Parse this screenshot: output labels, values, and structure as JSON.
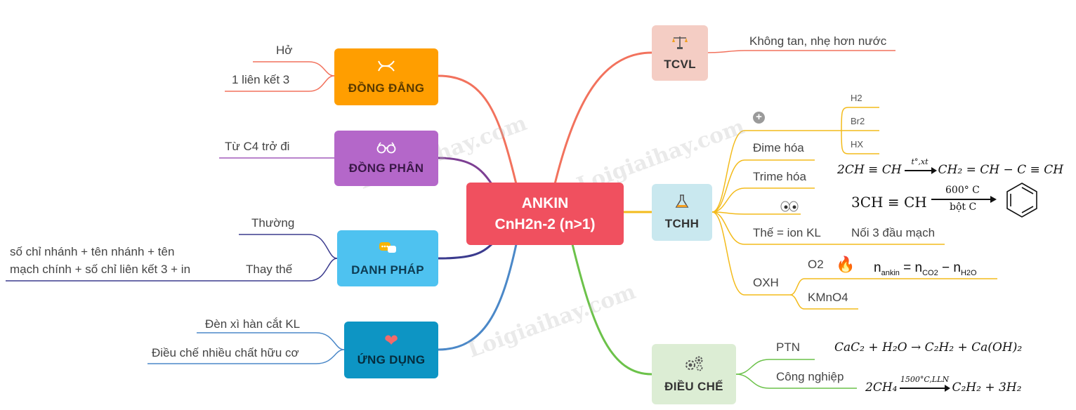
{
  "center": {
    "line1": "ANKIN",
    "line2": "CnH2n-2 (n>1)"
  },
  "watermark": "Loigiaihay.com",
  "left": {
    "dong_dang": {
      "title": "ĐỒNG ĐẲNG",
      "icon": "dna-icon",
      "items": [
        "Hở",
        "1 liên kết 3"
      ]
    },
    "dong_phan": {
      "title": "ĐỒNG PHÂN",
      "icon": "glasses-icon",
      "items": [
        "Từ C4 trở đi"
      ]
    },
    "danh_phap": {
      "title": "DANH PHÁP",
      "icon": "chat-icon",
      "items": [
        "Thường",
        "Thay thế"
      ],
      "note_line1": "số chỉ nhánh + tên nhánh + tên",
      "note_line2": "mạch chính + số chỉ liên kết 3 + in"
    },
    "ung_dung": {
      "title": "ỨNG DỤNG",
      "icon": "heart-icon",
      "items": [
        "Đèn xì hàn cắt KL",
        "Điều chế nhiều chất hữu cơ"
      ]
    }
  },
  "right": {
    "tcvl": {
      "title": "TCVL",
      "icon": "scale-icon",
      "items": [
        "Không tan, nhẹ hơn nước"
      ]
    },
    "tchh": {
      "title": "TCHH",
      "icon": "flask-icon",
      "plus_icon": "plus-circle-icon",
      "addition": [
        "H2",
        "Br2",
        "HX"
      ],
      "dimer": "Đime hóa",
      "trimer": "Trime hóa",
      "eyes_icon": "eyes-icon",
      "dimer_eq": {
        "left": "2CH ≡ CH",
        "cond": "t°,xt",
        "right": "CH₂ = CH − C ≡ CH"
      },
      "trimer_eq": {
        "left": "3CH ≡ CH",
        "cond_top": "600° C",
        "cond_bottom": "bột C"
      },
      "subst": "Thế = ion KL",
      "subst_note": "Nối 3 đầu mạch",
      "oxh": "OXH",
      "o2": "O2",
      "fire_icon": "fire-icon",
      "kmno4": "KMnO4",
      "n_formula": {
        "n": "n",
        "ankin": "ankin",
        "eq": " = n",
        "co2": "CO2",
        "minus": " − n",
        "h2o": "H2O"
      }
    },
    "dieu_che": {
      "title": "ĐIỀU CHẾ",
      "icon": "gears-icon",
      "ptn": "PTN",
      "ptn_eq": "CaC₂ + H₂O → C₂H₂ + Ca(OH)₂",
      "cn": "Công nghiệp",
      "cn_eq": {
        "left": "2CH₄",
        "cond": "1500°C,LLN",
        "right": "C₂H₂ + 3H₂"
      }
    }
  },
  "colors": {
    "center": "#f0505f",
    "dong_dang": "#ff9e00",
    "dong_phan": "#b467c9",
    "danh_phap": "#4ec2f0",
    "ung_dung": "#0d95c4",
    "tcvl": "#f4cdc4",
    "tchh": "#c9e8ef",
    "dieu_che": "#dcedd4"
  }
}
